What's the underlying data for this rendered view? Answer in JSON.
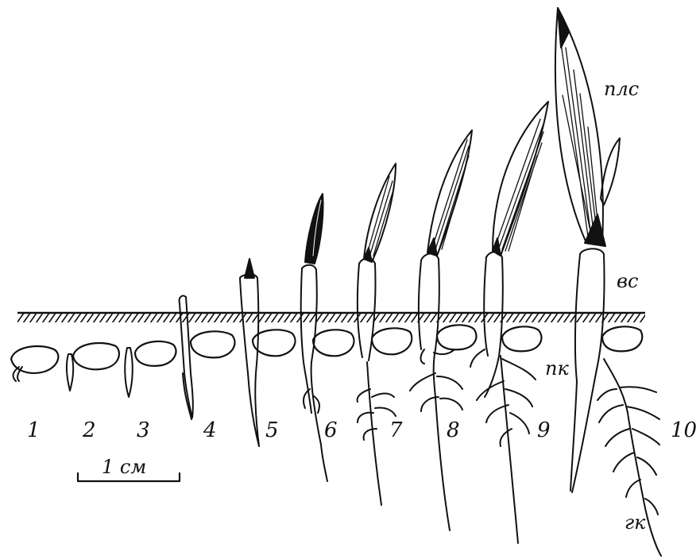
{
  "stage_numbers": [
    "1",
    "2",
    "3",
    "4",
    "5",
    "6",
    "7",
    "8",
    "9",
    "10"
  ],
  "labels": {
    "pls": "плс",
    "vs": "вс",
    "pk": "пк",
    "gk": "гк"
  },
  "scale_bar": {
    "label": "1 см"
  }
}
